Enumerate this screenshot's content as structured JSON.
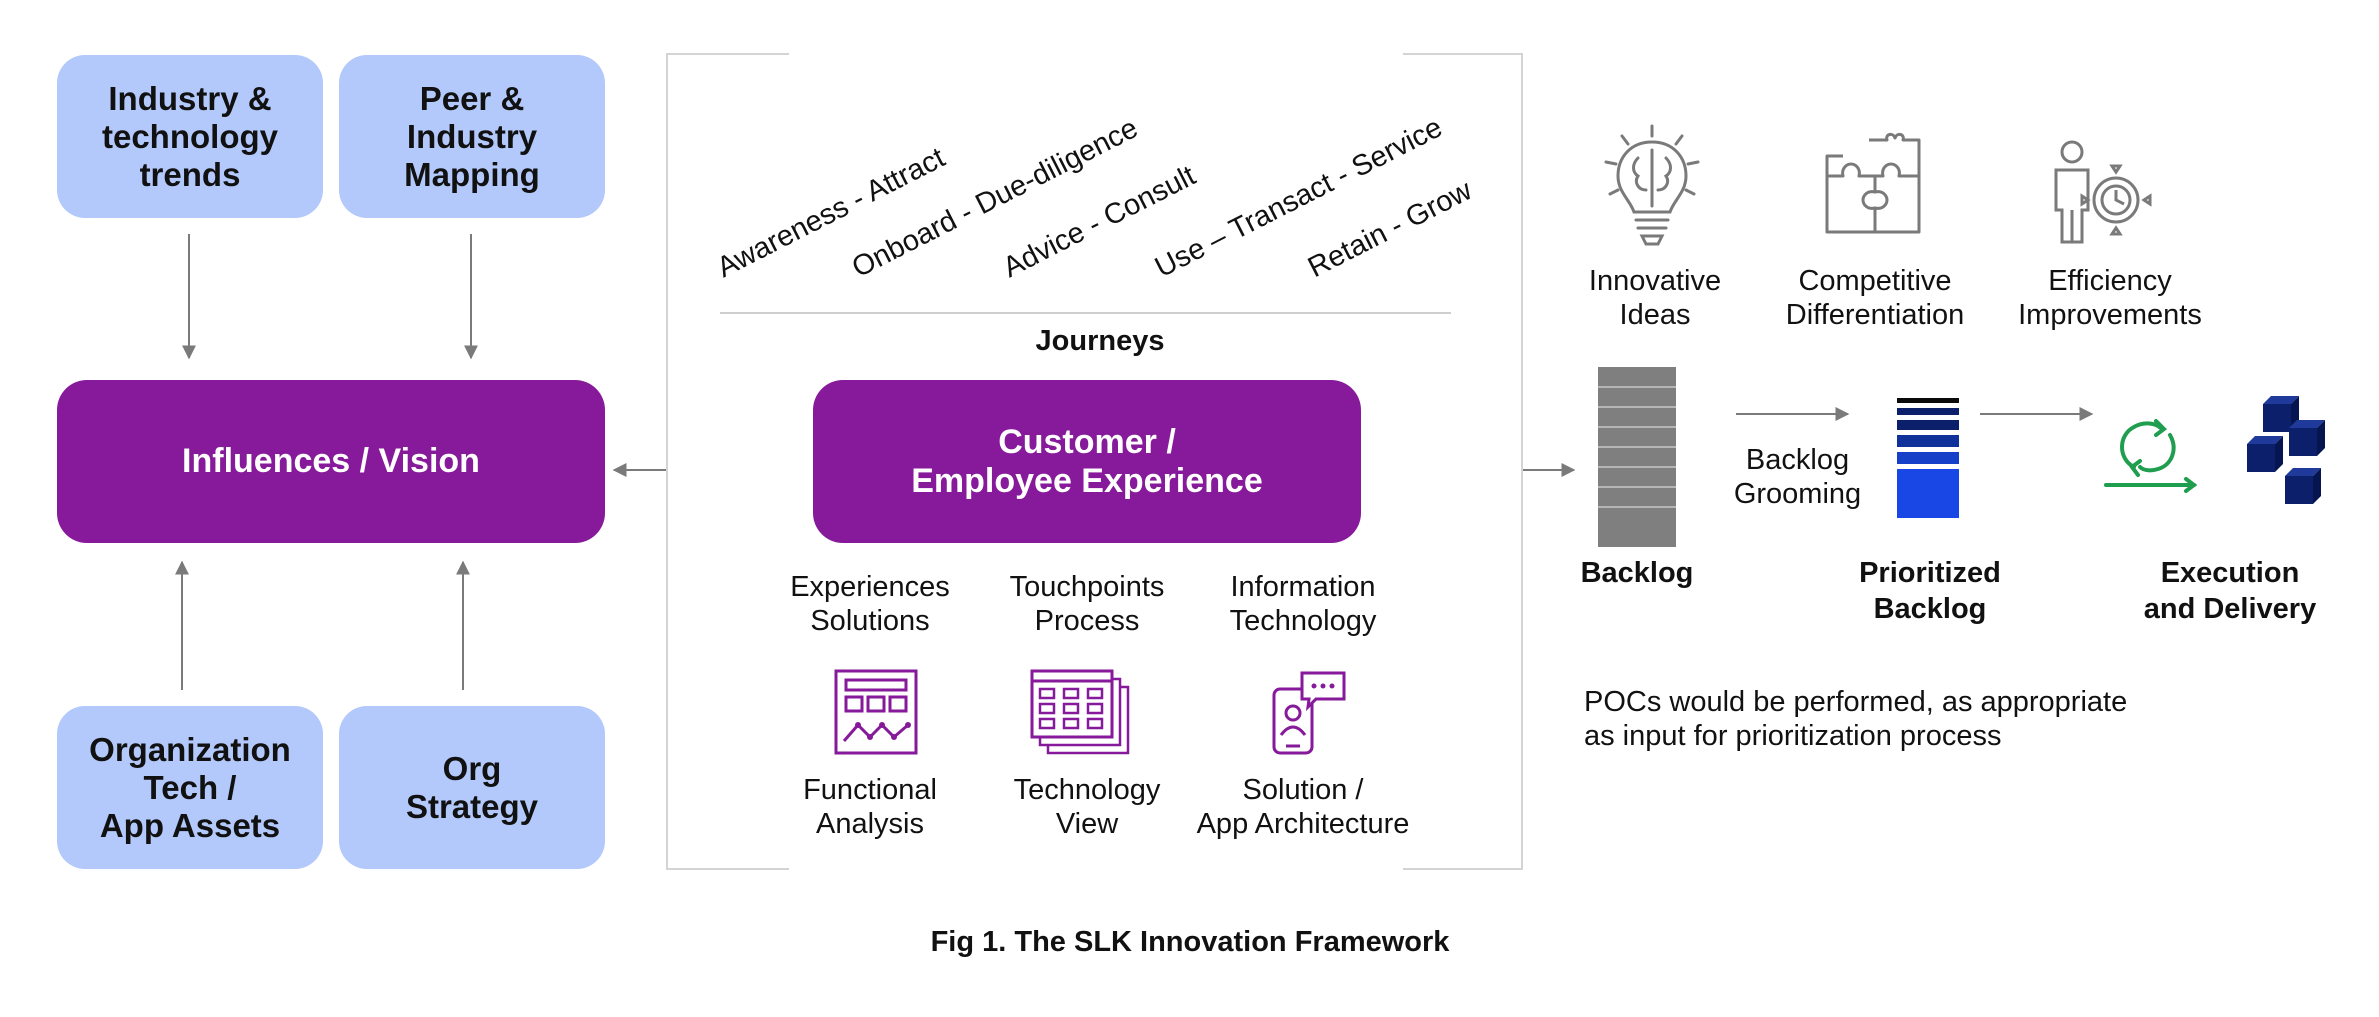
{
  "influences": {
    "top_left": "Industry &\ntechnology\ntrends",
    "top_right": "Peer &\nIndustry\nMapping",
    "center": "Influences / Vision",
    "bottom_left": "Organization\nTech /\nApp Assets",
    "bottom_right": "Org\nStrategy"
  },
  "journeys": {
    "stages": [
      "Awareness - Attract",
      "Onboard - Due-diligence",
      "Advice - Consult",
      "Use – Transact - Service",
      "Retain - Grow"
    ],
    "heading": "Journeys",
    "center_box": "Customer /\nEmployee Experience",
    "columns": [
      {
        "top": "Experiences\nSolutions",
        "icon": "functional-analysis-icon",
        "bottom": "Functional\nAnalysis"
      },
      {
        "top": "Touchpoints\nProcess",
        "icon": "technology-view-icon",
        "bottom": "Technology\nView"
      },
      {
        "top": "Information\nTechnology",
        "icon": "solution-architecture-icon",
        "bottom": "Solution /\nApp Architecture"
      }
    ]
  },
  "outcomes": [
    {
      "label": "Innovative\nIdeas",
      "icon": "lightbulb-brain-icon"
    },
    {
      "label": "Competitive\nDifferentiation",
      "icon": "puzzle-icon"
    },
    {
      "label": "Efficiency\nImprovements",
      "icon": "person-gear-clock-icon"
    }
  ],
  "pipeline": {
    "backlog": "Backlog",
    "grooming": "Backlog\nGrooming",
    "prioritized": "Prioritized\nBacklog",
    "execution": "Execution\nand Delivery"
  },
  "note": "POCs would be performed, as appropriate\nas input for prioritization process",
  "caption": "Fig 1. The SLK Innovation Framework",
  "colors": {
    "light_blue": "#b3c9fb",
    "purple": "#861a9a",
    "gray_stack": "#7f7f7f",
    "navy": "#0b1f6b",
    "bright_blue": "#1847e6",
    "green": "#1f9e4f"
  }
}
